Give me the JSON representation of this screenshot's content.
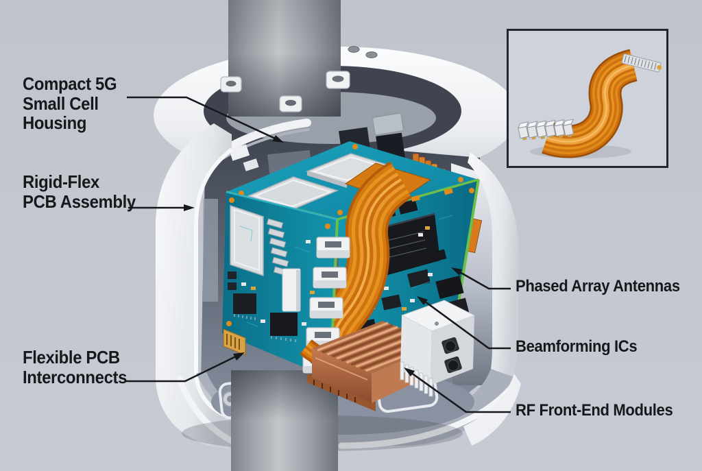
{
  "labels": {
    "housing": {
      "lines": [
        "Compact 5G",
        "Small Cell",
        "Housing"
      ]
    },
    "rigid_flex": {
      "lines": [
        "Rigid-Flex",
        "PCB Assembly"
      ]
    },
    "flex_interconnects": {
      "lines": [
        "Flexible PCB",
        "Interconnects"
      ]
    },
    "phased_array": {
      "text": "Phased Array Antennas"
    },
    "beamforming": {
      "text": "Beamforming ICs"
    },
    "rf_front_end": {
      "text": "RF Front-End Modules"
    }
  },
  "colors": {
    "background": "#c3c6ce",
    "label_text": "#17181b",
    "leader_line": "#17181b",
    "housing_white": "#f4f5f7",
    "pcb_teal": "#0f86a0",
    "pcb_edge_green": "#6cbf4a",
    "flex_orange": "#d57a12",
    "heatsink_copper": "#c07a52",
    "rf_module_white": "#eef0f3",
    "inset_background": "#ced2da",
    "inset_border": "#23262d"
  }
}
